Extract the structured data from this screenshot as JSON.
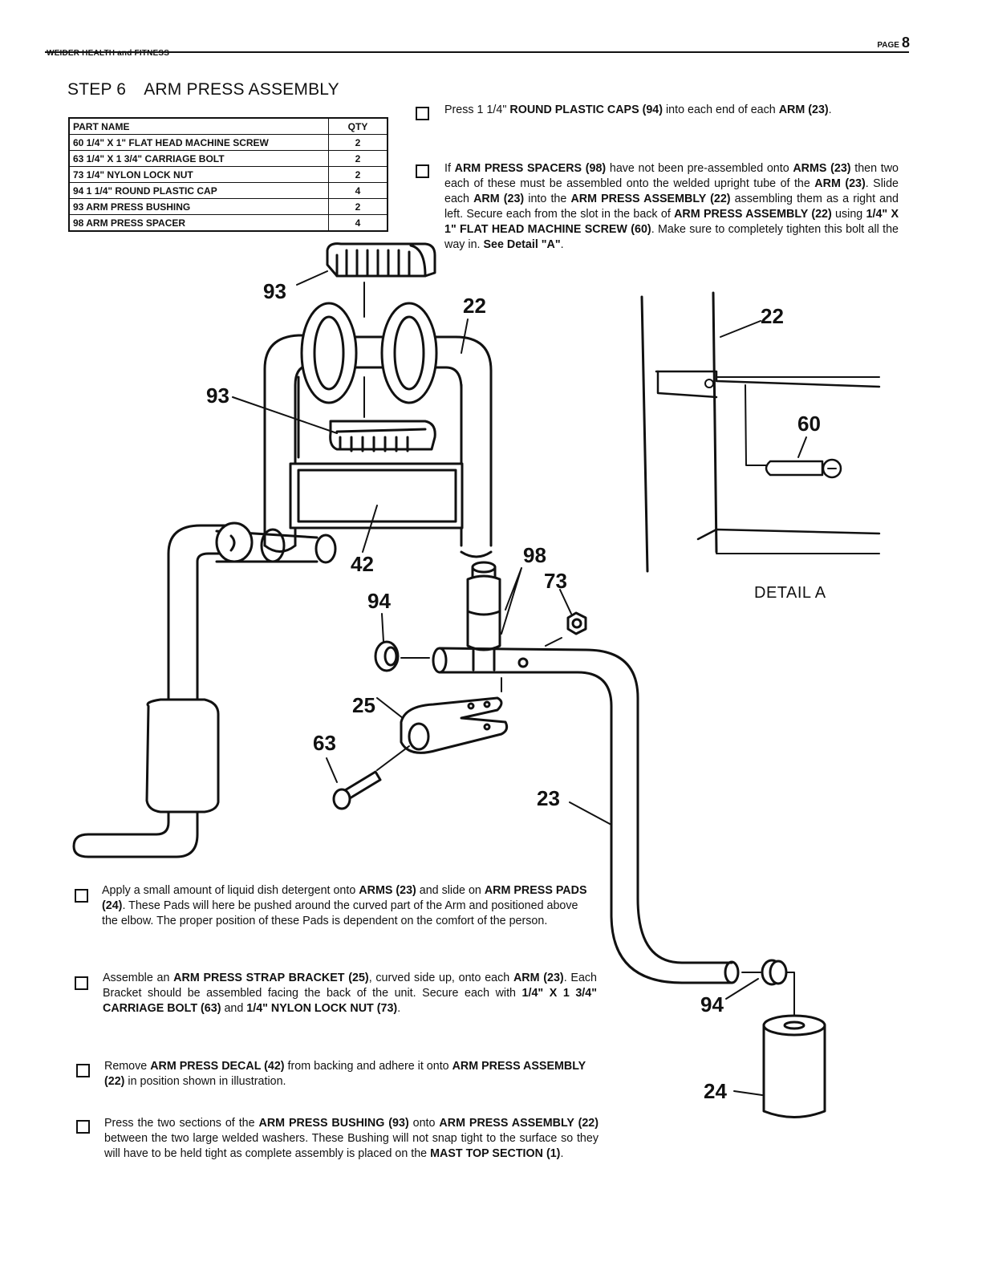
{
  "header": {
    "company": "WEIDER HEALTH and FITNESS",
    "page_label": "PAGE",
    "page_number": "8"
  },
  "step": {
    "number": "STEP 6",
    "title": "ARM PRESS ASSEMBLY"
  },
  "parts_table": {
    "headers": [
      "PART NAME",
      "QTY"
    ],
    "rows": [
      [
        "60  1/4\" X 1\" FLAT HEAD MACHINE SCREW",
        "2"
      ],
      [
        "63  1/4\" X 1 3/4\" CARRIAGE BOLT",
        "2"
      ],
      [
        "73  1/4\" NYLON LOCK NUT",
        "2"
      ],
      [
        "94  1 1/4\" ROUND PLASTIC CAP",
        "4"
      ],
      [
        "93  ARM PRESS BUSHING",
        "2"
      ],
      [
        "98  ARM PRESS SPACER",
        "4"
      ]
    ]
  },
  "instructions_top": [
    [
      "Press 1 1/4\" ",
      "ROUND PLASTIC CAPS (94)",
      " into each end of each ",
      "ARM (23)",
      "."
    ],
    [
      "If ",
      "ARM PRESS SPACERS (98)",
      " have not been pre-assembled onto ",
      "ARMS (23)",
      " then two each of these must be assembled onto the welded upright tube of the ",
      "ARM (23)",
      ".  Slide each ",
      "ARM (23)",
      " into the ",
      "ARM PRESS ASSEMBLY (22)",
      " assembling them as a right and left.  Secure each from the slot in the back of ",
      "ARM PRESS ASSEMBLY (22)",
      " using ",
      "1/4\" X 1\" FLAT HEAD MACHINE SCREW (60)",
      ".  Make sure to completely tighten this bolt all the way in.  ",
      "See Detail \"A\"",
      "."
    ]
  ],
  "instructions_bottom": [
    [
      "Apply a small amount of liquid dish detergent onto ",
      "ARMS (23)",
      " and slide on ",
      "ARM PRESS PADS (24)",
      ".  These Pads will here be pushed around the curved part of the Arm and positioned above the elbow.  The proper position of these Pads is dependent on the comfort of the person."
    ],
    [
      "Assemble an ",
      "ARM PRESS STRAP BRACKET (25)",
      ", curved side up, onto each ",
      "ARM (23)",
      ".  Each Bracket should be assembled facing the back of the unit.  Secure each with ",
      "1/4\" X 1 3/4\" CARRIAGE BOLT (63)",
      " and ",
      "1/4\" NYLON LOCK NUT (73)",
      "."
    ],
    [
      "Remove ",
      "ARM PRESS DECAL (42)",
      " from backing and adhere it onto ",
      "ARM PRESS ASSEMBLY (22)",
      " in position shown in illustration."
    ],
    [
      "Press the two sections of the ",
      "ARM PRESS BUSHING (93)",
      " onto ",
      "ARM PRESS ASSEMBLY (22)",
      " between the two large welded washers.  These Bushing will not snap tight to the surface so they will have to be held tight as complete assembly is placed on the ",
      "MAST TOP SECTION (1)",
      "."
    ]
  ],
  "callouts": {
    "c93a": "93",
    "c22a": "22",
    "c93b": "93",
    "c42": "42",
    "c98": "98",
    "c73": "73",
    "c94a": "94",
    "c25": "25",
    "c63": "63",
    "c23": "23",
    "c94b": "94",
    "c24": "24",
    "c22b": "22",
    "c60": "60"
  },
  "detail_label": "DETAIL  A"
}
